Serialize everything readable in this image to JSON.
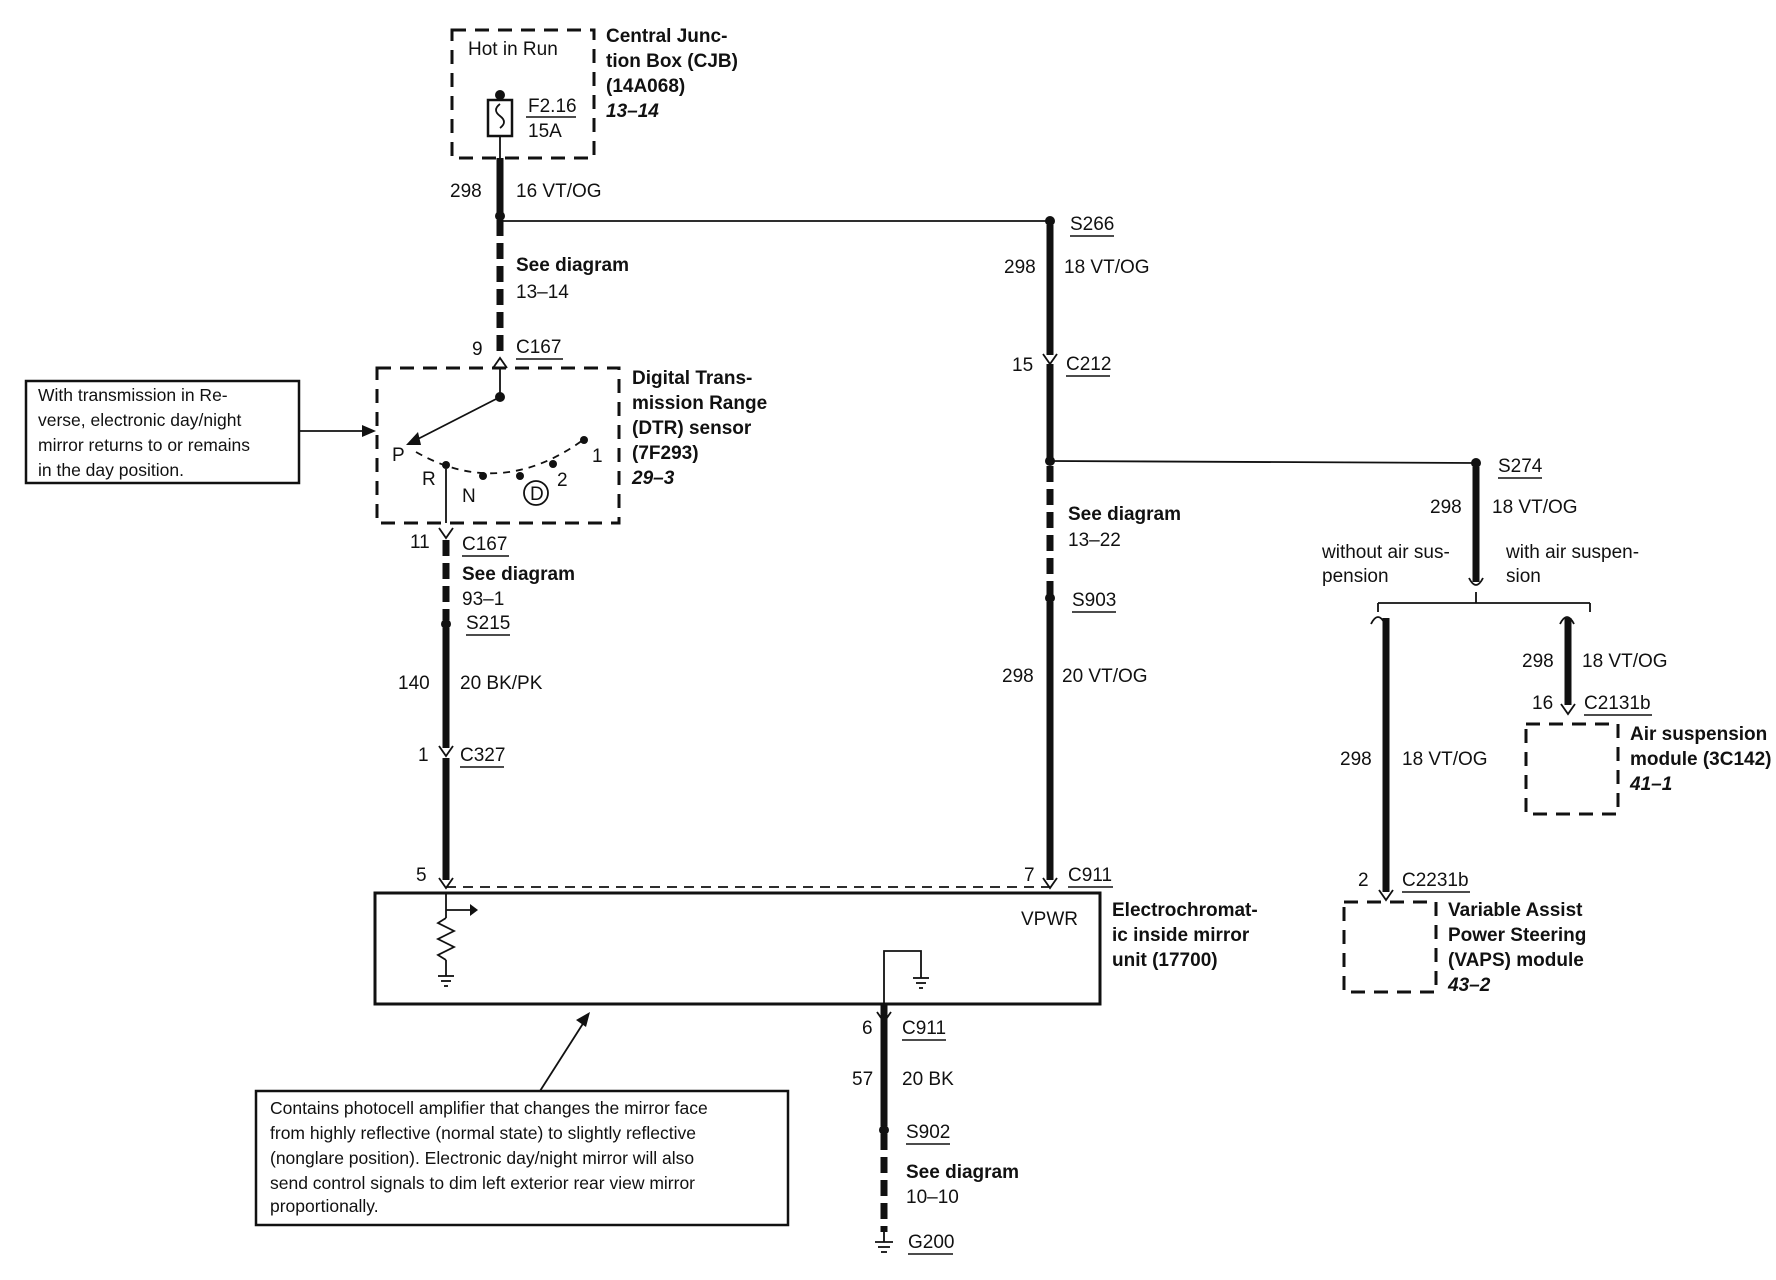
{
  "cjb": {
    "label": "Hot in Run",
    "fuse_id": "F2.16",
    "fuse_rating": "15A",
    "title_lines": [
      "Central Junc-",
      "tion Box (CJB)",
      "(14A068)"
    ],
    "ref": "13–14"
  },
  "wires": {
    "w298_16": {
      "circuit": "298",
      "spec": "16 VT/OG"
    },
    "w298_18_right": {
      "circuit": "298",
      "spec": "18 VT/OG"
    },
    "w298_18_s274": {
      "circuit": "298",
      "spec": "18 VT/OG"
    },
    "w298_20": {
      "circuit": "298",
      "spec": "20 VT/OG"
    },
    "w140": {
      "circuit": "140",
      "spec": "20 BK/PK"
    },
    "w298_vaps": {
      "circuit": "298",
      "spec": "18 VT/OG"
    },
    "w298_air": {
      "circuit": "298",
      "spec": "18 VT/OG"
    },
    "w57": {
      "circuit": "57",
      "spec": "20 BK"
    }
  },
  "see_diagrams": {
    "top": {
      "label": "See diagram",
      "ref": "13–14"
    },
    "left": {
      "label": "See diagram",
      "ref": "93–1"
    },
    "right": {
      "label": "See diagram",
      "ref": "13–22"
    },
    "bottom": {
      "label": "See diagram",
      "ref": "10–10"
    }
  },
  "connectors": {
    "c167_top": {
      "pin": "9",
      "name": "C167"
    },
    "c167_bottom": {
      "pin": "11",
      "name": "C167"
    },
    "c327": {
      "pin": "1",
      "name": "C327"
    },
    "c212": {
      "pin": "15",
      "name": "C212"
    },
    "c911_left": {
      "pin": "5"
    },
    "c911_right": {
      "pin": "7",
      "name": "C911"
    },
    "c911_bottom": {
      "pin": "6",
      "name": "C911"
    },
    "c2231b": {
      "pin": "2",
      "name": "C2231b"
    },
    "c2131b": {
      "pin": "16",
      "name": "C2131b"
    }
  },
  "splices": {
    "s266": "S266",
    "s215": "S215",
    "s903": "S903",
    "s274": "S274",
    "s902": "S902",
    "g200": "G200"
  },
  "dtr": {
    "title_lines": [
      "Digital Trans-",
      "mission Range",
      "(DTR) sensor",
      "(7F293)"
    ],
    "ref": "29–3",
    "positions": {
      "p": "P",
      "r": "R",
      "n": "N",
      "d": "D",
      "two": "2",
      "one": "1"
    }
  },
  "mirror": {
    "vpwr": "VPWR",
    "title_lines": [
      "Electrochromat-",
      "ic inside mirror",
      "unit (17700)"
    ]
  },
  "air_options": {
    "without_lines": [
      "without air sus-",
      "pension"
    ],
    "with_lines": [
      "with air suspen-",
      "sion"
    ]
  },
  "air_module": {
    "title_lines": [
      "Air suspension",
      "module (3C142)"
    ],
    "ref": "41–1"
  },
  "vaps_module": {
    "title_lines": [
      "Variable Assist",
      "Power Steering",
      "(VAPS) module"
    ],
    "ref": "43–2"
  },
  "notes": {
    "reverse_lines": [
      "With transmission in Re-",
      "verse, electronic day/night",
      "mirror returns to or remains",
      "in the day position."
    ],
    "photocell_lines": [
      "Contains photocell amplifier that changes the mirror face",
      "from highly reflective (normal state) to slightly reflective",
      "(nonglare position). Electronic day/night mirror will also",
      "send control signals to dim left exterior rear view mirror",
      "proportionally."
    ]
  }
}
